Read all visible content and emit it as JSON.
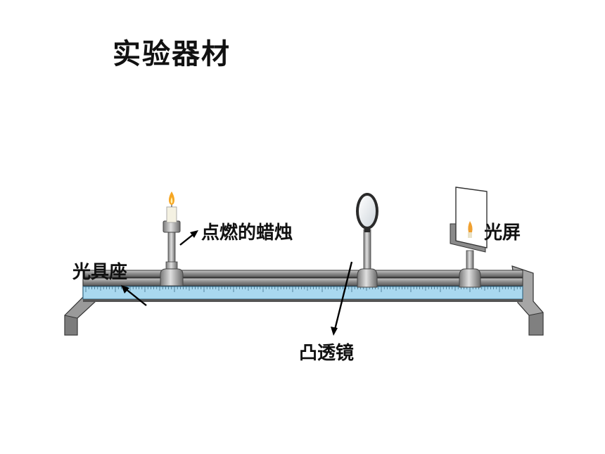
{
  "title": "实验器材",
  "labels": {
    "candle": "点燃的蜡烛",
    "screen": "光屏",
    "bench": "光具座",
    "lens": "凸透镜"
  }
}
